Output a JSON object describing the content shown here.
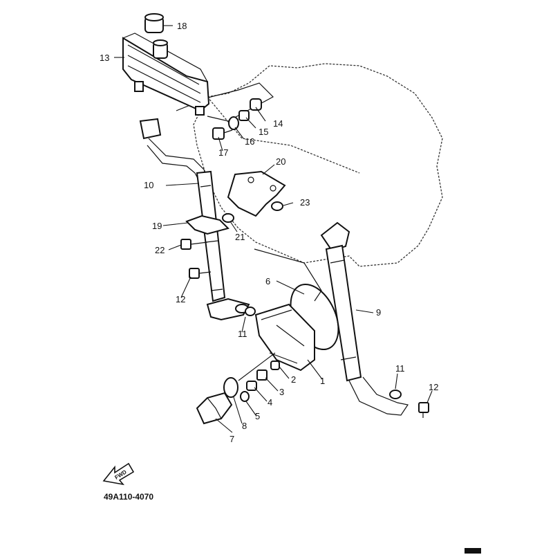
{
  "diagram": {
    "drawing_code": "49A110-4070",
    "fwd_label": "FWD",
    "callouts": [
      {
        "id": "c1",
        "label": "1"
      },
      {
        "id": "c2",
        "label": "2"
      },
      {
        "id": "c3",
        "label": "3"
      },
      {
        "id": "c4",
        "label": "4"
      },
      {
        "id": "c5",
        "label": "5"
      },
      {
        "id": "c6",
        "label": "6"
      },
      {
        "id": "c7",
        "label": "7"
      },
      {
        "id": "c8",
        "label": "8"
      },
      {
        "id": "c9",
        "label": "9"
      },
      {
        "id": "c10",
        "label": "10"
      },
      {
        "id": "c11a",
        "label": "11"
      },
      {
        "id": "c11b",
        "label": "11"
      },
      {
        "id": "c12a",
        "label": "12"
      },
      {
        "id": "c12b",
        "label": "12"
      },
      {
        "id": "c13",
        "label": "13"
      },
      {
        "id": "c14",
        "label": "14"
      },
      {
        "id": "c15",
        "label": "15"
      },
      {
        "id": "c16",
        "label": "16"
      },
      {
        "id": "c17",
        "label": "17"
      },
      {
        "id": "c18",
        "label": "18"
      },
      {
        "id": "c19",
        "label": "19"
      },
      {
        "id": "c20",
        "label": "20"
      },
      {
        "id": "c21",
        "label": "21"
      },
      {
        "id": "c22",
        "label": "22"
      },
      {
        "id": "c23",
        "label": "23"
      }
    ]
  }
}
